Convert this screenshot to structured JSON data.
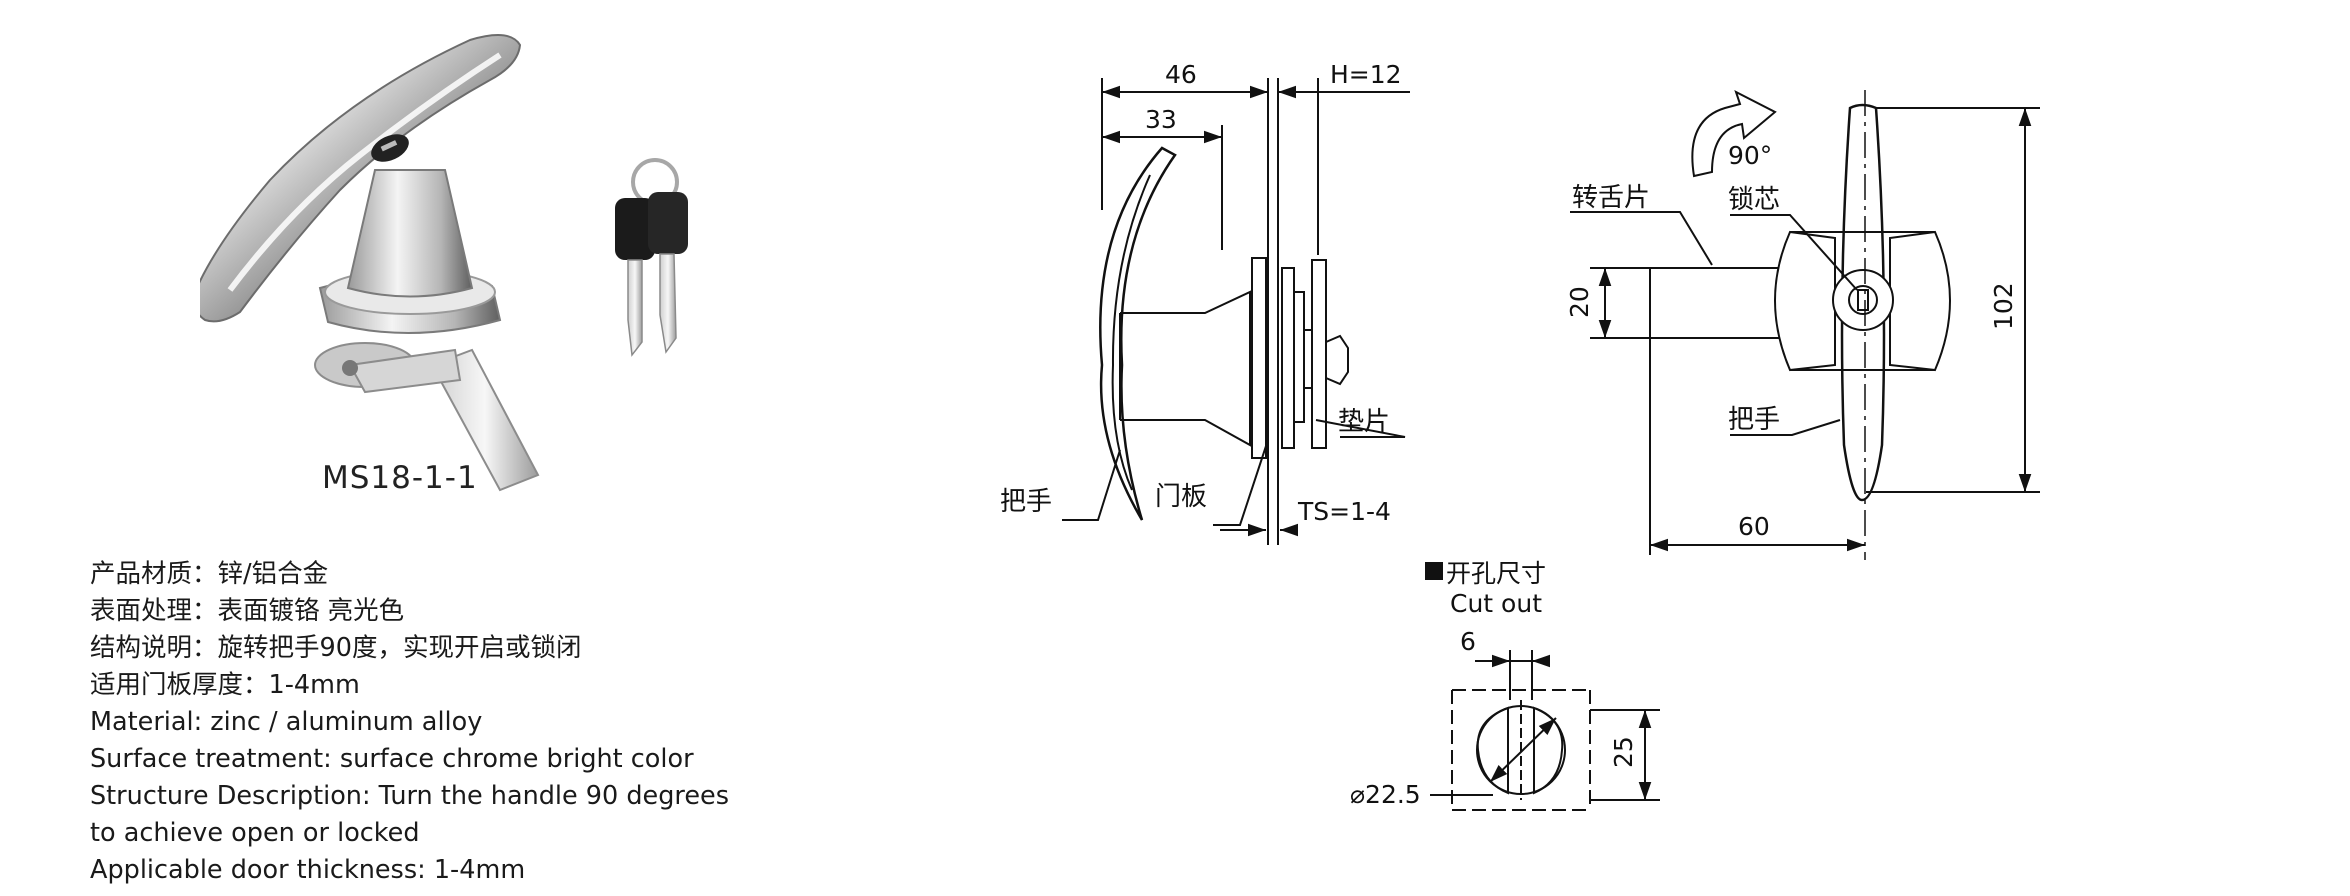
{
  "product": {
    "model": "MS18-1-1"
  },
  "specs": [
    "产品材质：锌/铝合金",
    "表面处理：表面镀铬 亮光色",
    "结构说明：旋转把手90度，实现开启或锁闭",
    "适用门板厚度：1-4mm",
    "Material: zinc / aluminum alloy",
    "Surface treatment: surface chrome bright color",
    "Structure Description: Turn the handle 90 degrees",
    "to achieve open or locked",
    "Applicable door thickness: 1-4mm"
  ],
  "side_view": {
    "dim_total": "46",
    "dim_handle": "33",
    "dim_height": "H=12",
    "dim_thickness": "TS=1-4",
    "label_handle": "把手",
    "label_door": "门板",
    "label_washer": "垫片"
  },
  "front_view": {
    "rotation": "90°",
    "label_tongue": "转舌片",
    "label_core": "锁芯",
    "label_handle": "把手",
    "dim_tongue_width": "20",
    "dim_length": "102",
    "dim_width": "60"
  },
  "cutout": {
    "title_cn": "开孔尺寸",
    "title_en": "Cut out",
    "dim_flat": "6",
    "dim_height": "25",
    "dim_diameter": "⌀22.5"
  },
  "colors": {
    "line": "#111111",
    "metal_light": "#f2f2f2",
    "metal_dark": "#7d7d7d",
    "key_black": "#1b1b1b"
  }
}
